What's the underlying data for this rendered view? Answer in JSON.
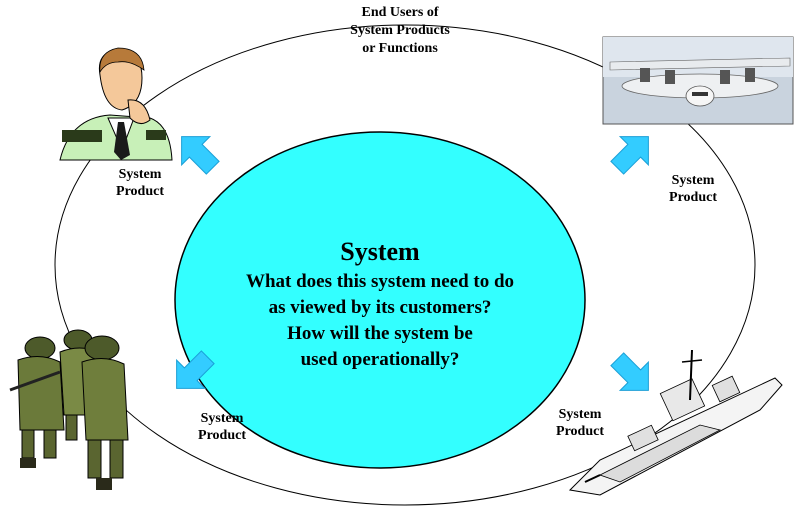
{
  "header": {
    "line1": "End Users of",
    "line2": "System Products",
    "line3": "or Functions"
  },
  "center": {
    "title": "System",
    "lines": [
      "What does this system need to do",
      "as viewed by its customers?",
      "How will the system be",
      "used operationally?"
    ]
  },
  "labels": {
    "top_left": {
      "line1": "System",
      "line2": "Product"
    },
    "top_right": {
      "line1": "System",
      "line2": "Product"
    },
    "bottom_left": {
      "line1": "System",
      "line2": "Product"
    },
    "bottom_right": {
      "line1": "System",
      "line2": "Product"
    }
  },
  "colors": {
    "ellipse_fill": "#33ffff",
    "arrow_fill": "#33ccff",
    "outline": "#000000"
  },
  "icons": [
    "officer-icon",
    "aircraft-icon",
    "soldiers-icon",
    "warship-icon"
  ]
}
